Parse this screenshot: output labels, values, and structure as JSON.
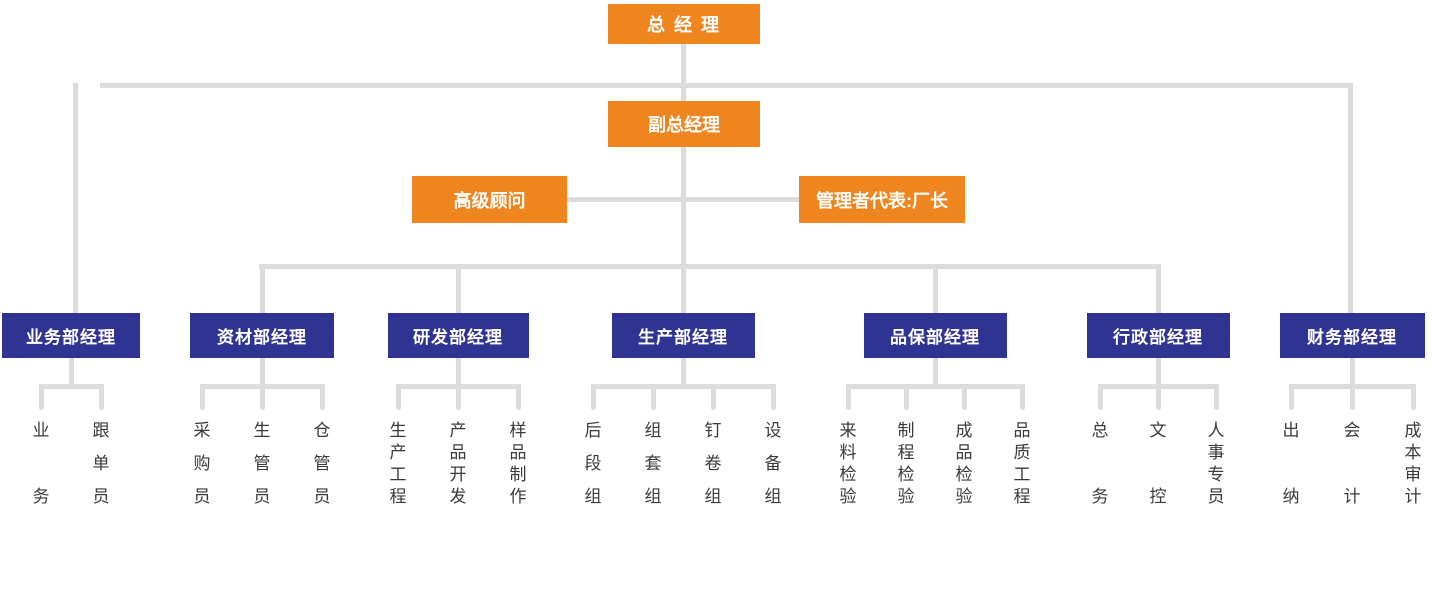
{
  "org_chart": {
    "root": {
      "label": "总 经 理"
    },
    "deputy": {
      "label": "副总经理"
    },
    "advisor": {
      "label": "高级顾问"
    },
    "representative": {
      "label": "管理者代表:厂长"
    },
    "departments": [
      {
        "label": "业务部经理",
        "children": [
          "业务",
          "跟单员"
        ]
      },
      {
        "label": "资材部经理",
        "children": [
          "采购员",
          "生管员",
          "仓管员"
        ]
      },
      {
        "label": "研发部经理",
        "children": [
          "生产工程",
          "产品开发",
          "样品制作"
        ]
      },
      {
        "label": "生产部经理",
        "children": [
          "后段组",
          "组套组",
          "钉卷组",
          "设备组"
        ]
      },
      {
        "label": "品保部经理",
        "children": [
          "来料检验",
          "制程检验",
          "成品检验",
          "品质工程"
        ]
      },
      {
        "label": "行政部经理",
        "children": [
          "总务",
          "文控",
          "人事专员"
        ]
      },
      {
        "label": "财务部经理",
        "children": [
          "出纳",
          "会计",
          "成本审计"
        ]
      }
    ],
    "colors": {
      "orange": "#EF851E",
      "blue": "#2F3392",
      "line": "#DCDCDC",
      "text_dark": "#3A3A3A"
    }
  }
}
